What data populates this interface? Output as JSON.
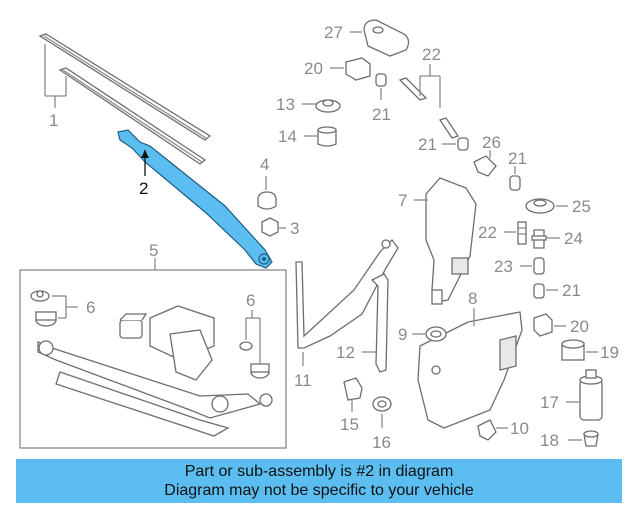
{
  "diagram": {
    "highlight_color": "#5bbdf0",
    "labels": {
      "p1": "1",
      "p2": "2",
      "p3": "3",
      "p4": "4",
      "p5": "5",
      "p6a": "6",
      "p6b": "6",
      "p7": "7",
      "p8": "8",
      "p9": "9",
      "p10": "10",
      "p11": "11",
      "p12": "12",
      "p13": "13",
      "p14": "14",
      "p15": "15",
      "p16": "16",
      "p17": "17",
      "p18": "18",
      "p19": "19",
      "p20a": "20",
      "p20b": "20",
      "p21a": "21",
      "p21b": "21",
      "p21c": "21",
      "p21d": "21",
      "p22a": "22",
      "p22b": "22",
      "p23": "23",
      "p24": "24",
      "p25": "25",
      "p26": "26",
      "p27": "27"
    }
  },
  "caption": {
    "line1": "Part or sub-assembly is #2 in diagram",
    "line2": "Diagram may not be specific to your vehicle",
    "background": "#5bbdf0"
  }
}
